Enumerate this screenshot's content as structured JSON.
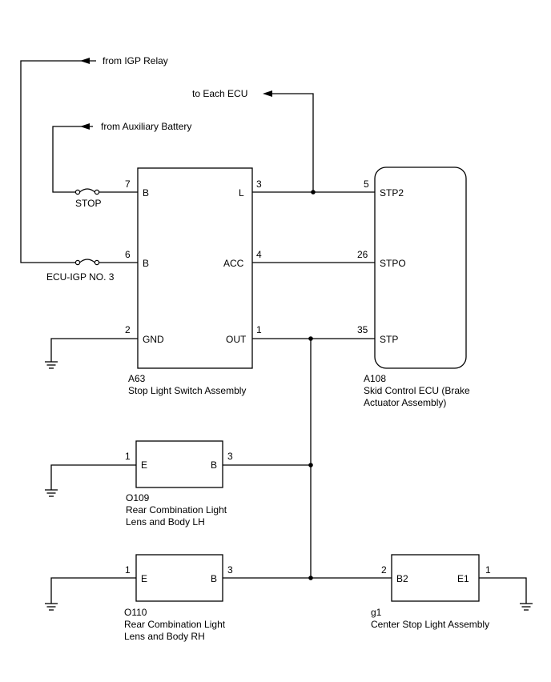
{
  "signals": {
    "igp_relay": "from IGP Relay",
    "each_ecu": "to Each ECU",
    "aux_battery": "from Auxiliary Battery"
  },
  "fuses": {
    "stop": "STOP",
    "ecu_igp": "ECU-IGP NO. 3"
  },
  "switch": {
    "code": "A63",
    "name": "Stop Light Switch Assembly",
    "pins": {
      "b7_num": "7",
      "b7_label": "B",
      "b6_num": "6",
      "b6_label": "B",
      "gnd_num": "2",
      "gnd_label": "GND",
      "l_num": "3",
      "l_label": "L",
      "acc_num": "4",
      "acc_label": "ACC",
      "out_num": "1",
      "out_label": "OUT"
    }
  },
  "ecu": {
    "code": "A108",
    "name_line1": "Skid Control ECU (Brake",
    "name_line2": "Actuator Assembly)",
    "pins": {
      "stp2_num": "5",
      "stp2_label": "STP2",
      "stpo_num": "26",
      "stpo_label": "STPO",
      "stp_num": "35",
      "stp_label": "STP"
    }
  },
  "rear_lh": {
    "code": "O109",
    "name_line1": "Rear Combination Light",
    "name_line2": "Lens and Body LH",
    "pins": {
      "e_num": "1",
      "e_label": "E",
      "b_num": "3",
      "b_label": "B"
    }
  },
  "rear_rh": {
    "code": "O110",
    "name_line1": "Rear Combination Light",
    "name_line2": "Lens and Body RH",
    "pins": {
      "e_num": "1",
      "e_label": "E",
      "b_num": "3",
      "b_label": "B"
    }
  },
  "center": {
    "code": "g1",
    "name": "Center Stop Light Assembly",
    "pins": {
      "b2_num": "2",
      "b2_label": "B2",
      "e1_num": "1",
      "e1_label": "E1"
    }
  }
}
